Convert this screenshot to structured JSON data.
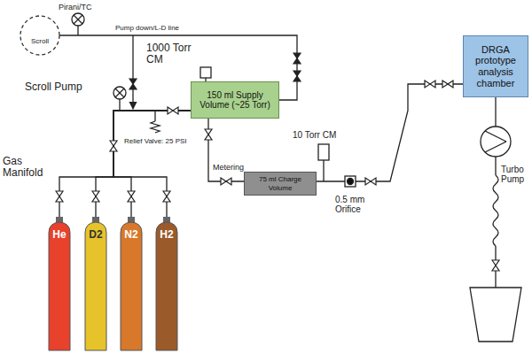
{
  "diagram": {
    "nodes": [
      {
        "text": [
          "Scroll"
        ]
      },
      {
        "text": [
          "DRGA prototype analysis chamber"
        ]
      },
      {
        "text": [
          "150 ml Supply Volume (~25 Torr)"
        ]
      },
      {
        "text": [
          "75 ml Charge Volume"
        ]
      },
      {
        "text": [
          "He"
        ]
      },
      {
        "text": [
          "D2"
        ]
      },
      {
        "text": [
          "N2"
        ]
      },
      {
        "text": [
          "H2"
        ]
      }
    ],
    "edges": [
      {
        "from": 0,
        "to": 2,
        "arrow": "none"
      },
      {
        "from": 2,
        "to": 3,
        "arrow": "none"
      },
      {
        "from": 3,
        "to": 1,
        "arrow": "none"
      },
      {
        "from": 4,
        "to": 2,
        "arrow": "none"
      },
      {
        "from": 5,
        "to": 2,
        "arrow": "none"
      },
      {
        "from": 6,
        "to": 2,
        "arrow": "none"
      },
      {
        "from": 7,
        "to": 2,
        "arrow": "none"
      }
    ],
    "labels": [
      "Pirani/TC",
      "Pump down/L-D line",
      "1000 Torr CM",
      "Scroll Pump",
      "Gas Manifold",
      "Relief Valve: 25 PSI",
      "Metering",
      "10 Torr CM",
      "0.5 mm Orifice",
      "Turbo Pump"
    ]
  }
}
